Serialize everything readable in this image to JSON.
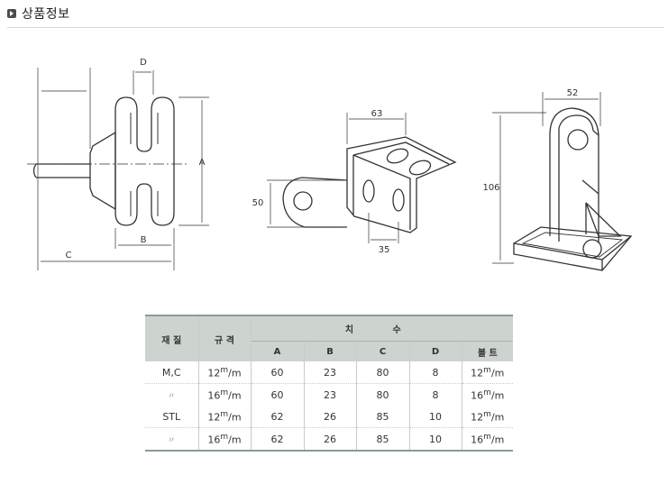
{
  "header": {
    "title": "상품정보"
  },
  "drawings": {
    "pulley": {
      "label_d": "D",
      "label_a": "A",
      "label_b": "B",
      "label_c": "C"
    },
    "bracket": {
      "label_63": "63",
      "label_50": "50",
      "label_35": "35"
    },
    "stand": {
      "label_52": "52",
      "label_106": "106"
    }
  },
  "table": {
    "header": {
      "material": "재 질",
      "spec": "규 격",
      "dimensions": "치 수",
      "cols": [
        "A",
        "B",
        "C",
        "D",
        "볼 트"
      ]
    },
    "rows": [
      {
        "material": "M,C",
        "spec_num": "12",
        "spec_unit": "/m",
        "a": "60",
        "b": "23",
        "c": "80",
        "d": "8",
        "bolt_num": "12",
        "bolt_unit": "/m"
      },
      {
        "material": "〃",
        "spec_num": "16",
        "spec_unit": "/m",
        "a": "60",
        "b": "23",
        "c": "80",
        "d": "8",
        "bolt_num": "16",
        "bolt_unit": "/m"
      },
      {
        "material": "STL",
        "spec_num": "12",
        "spec_unit": "/m",
        "a": "62",
        "b": "26",
        "c": "85",
        "d": "10",
        "bolt_num": "12",
        "bolt_unit": "/m"
      },
      {
        "material": "〃",
        "spec_num": "16",
        "spec_unit": "/m",
        "a": "62",
        "b": "26",
        "c": "85",
        "d": "10",
        "bolt_num": "16",
        "bolt_unit": "/m"
      }
    ],
    "sup_text": "m"
  }
}
